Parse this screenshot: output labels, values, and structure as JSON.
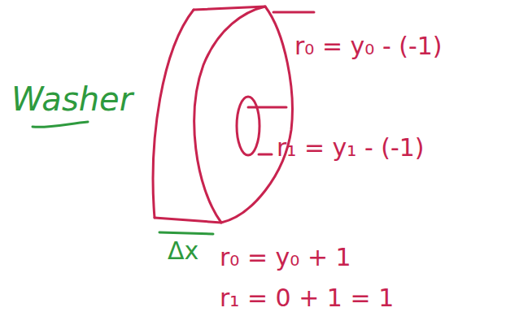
{
  "diagram": {
    "labels": [
      "Washer",
      "r₀ = y₀ - (-1)",
      "r₁ = y₁ - (-1)",
      "Δx",
      "r₀ = y₀ + 1",
      "r₁ = 0 + 1 = 1"
    ]
  }
}
